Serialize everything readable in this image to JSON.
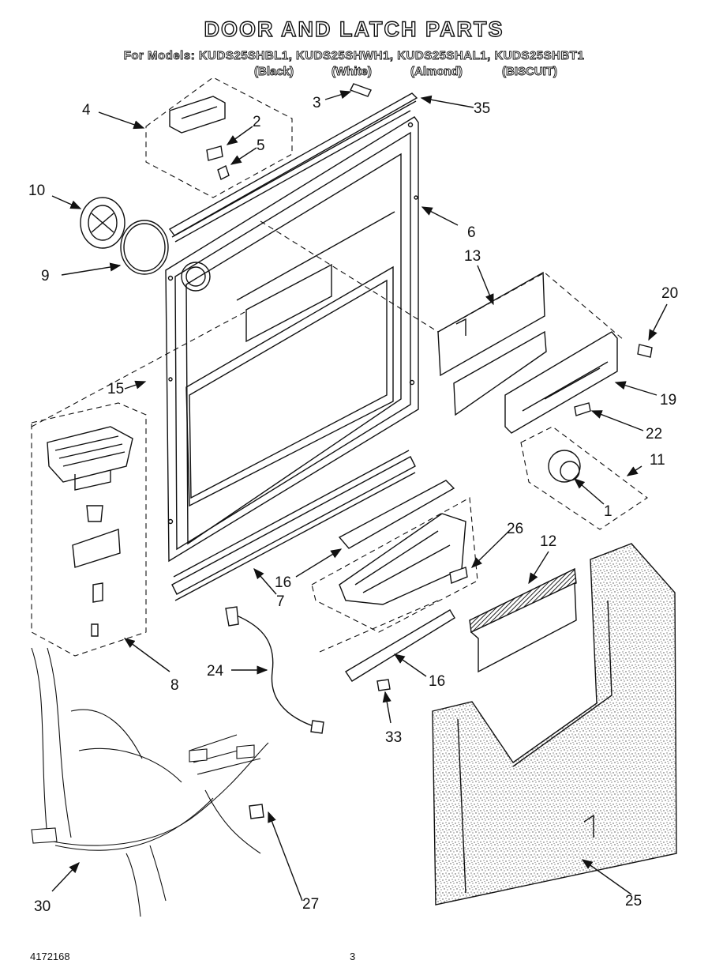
{
  "header": {
    "title": "DOOR AND LATCH PARTS",
    "models": "For Models: KUDS25SHBL1, KUDS25SHWH1, KUDS25SHAL1, KUDS25SHBT1",
    "colors": [
      "(Black)",
      "(White)",
      "(Almond)",
      "(BISCUIT)"
    ]
  },
  "callouts": {
    "c1": "1",
    "c2": "2",
    "c3": "3",
    "c4": "4",
    "c5": "5",
    "c6": "6",
    "c7": "7",
    "c8": "8",
    "c9": "9",
    "c10": "10",
    "c11": "11",
    "c12": "12",
    "c13": "13",
    "c15": "15",
    "c16a": "16",
    "c16b": "16",
    "c19": "19",
    "c20": "20",
    "c22": "22",
    "c24": "24",
    "c25": "25",
    "c26": "26",
    "c27": "27",
    "c30": "30",
    "c33": "33",
    "c35": "35"
  },
  "footer": {
    "doc_number": "4172168",
    "page_number": "3"
  },
  "style": {
    "ink": "#111111",
    "paper": "#ffffff"
  }
}
